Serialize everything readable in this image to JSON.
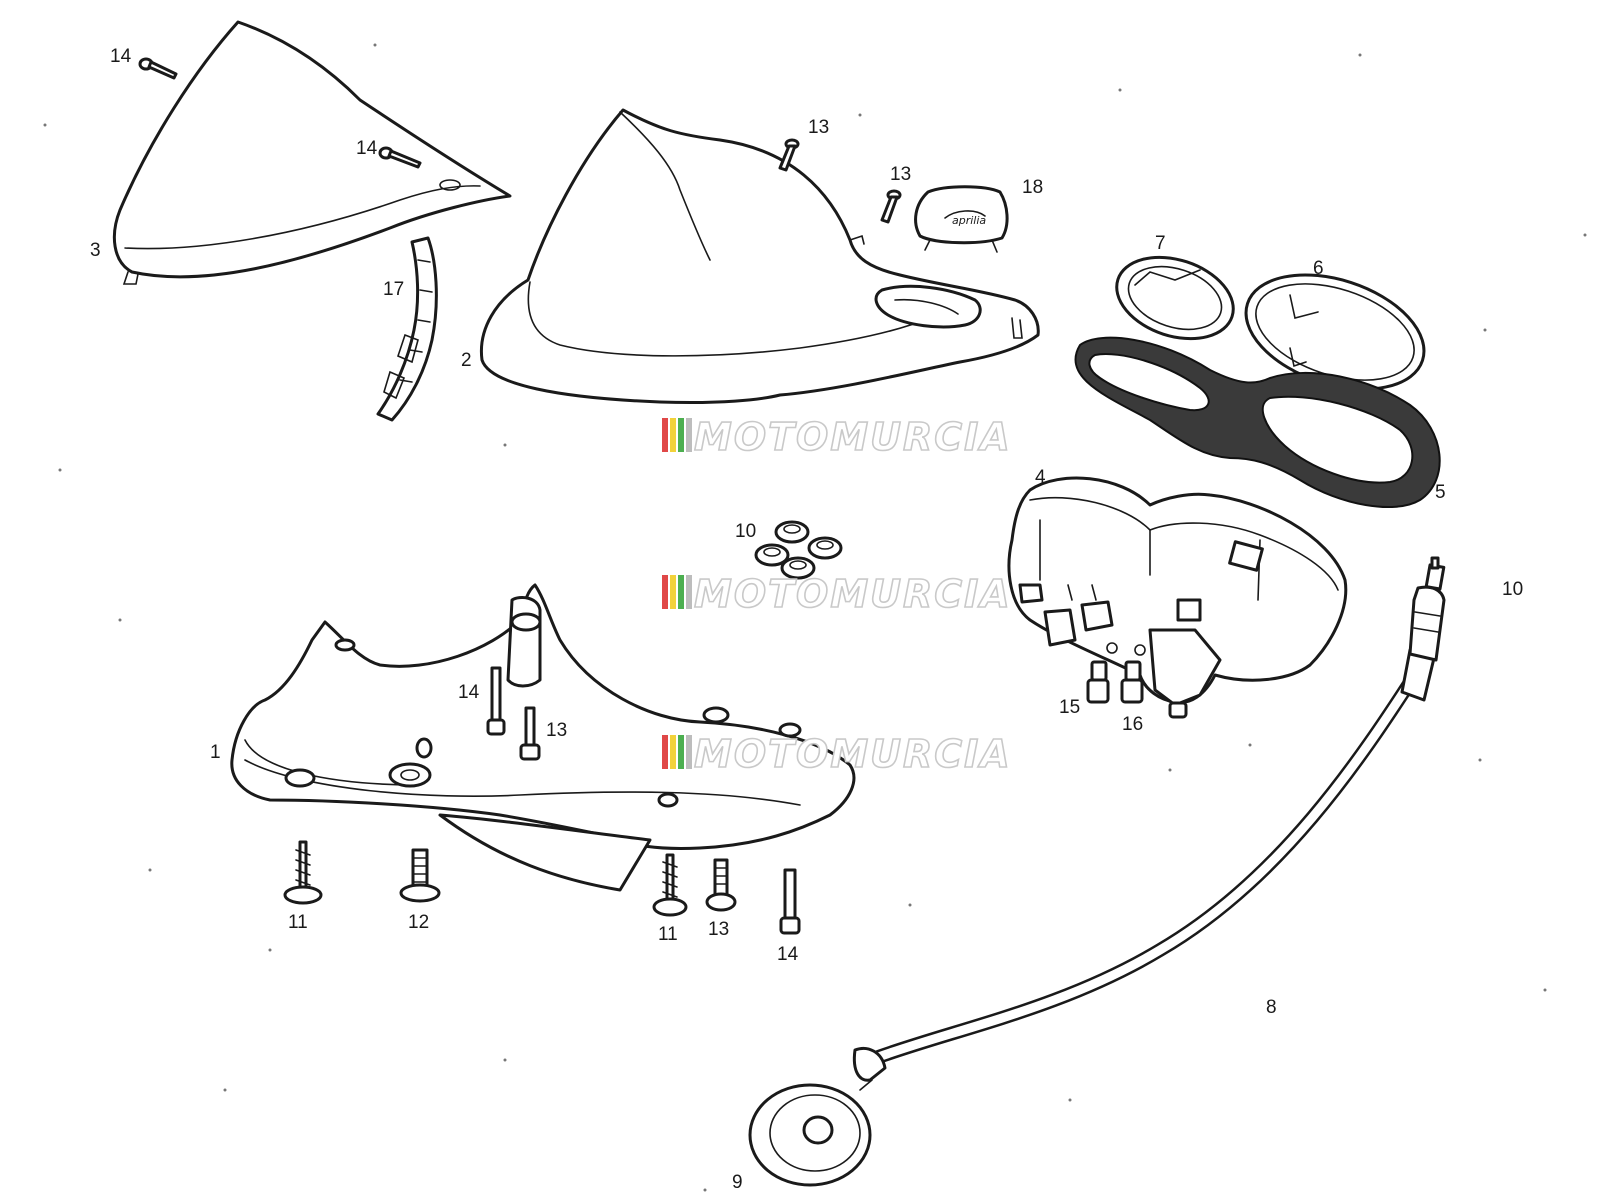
{
  "watermark": {
    "text": "MOTOMURCIA",
    "stripe_colors": [
      "#e04848",
      "#f2d23a",
      "#4caf50",
      "#bdbdbd"
    ]
  },
  "callouts": {
    "c1": "1",
    "c2": "2",
    "c3": "3",
    "c4": "4",
    "c5": "5",
    "c6": "6",
    "c7": "7",
    "c8": "8",
    "c9": "9",
    "c10a": "10",
    "c10b": "10",
    "c11a": "11",
    "c11b": "11",
    "c12": "12",
    "c13a": "13",
    "c13b": "13",
    "c13c": "13",
    "c13d": "13",
    "c14a": "14",
    "c14b": "14",
    "c14c": "14",
    "c14d": "14",
    "c15": "15",
    "c16": "16",
    "c17": "17",
    "c18": "18"
  }
}
